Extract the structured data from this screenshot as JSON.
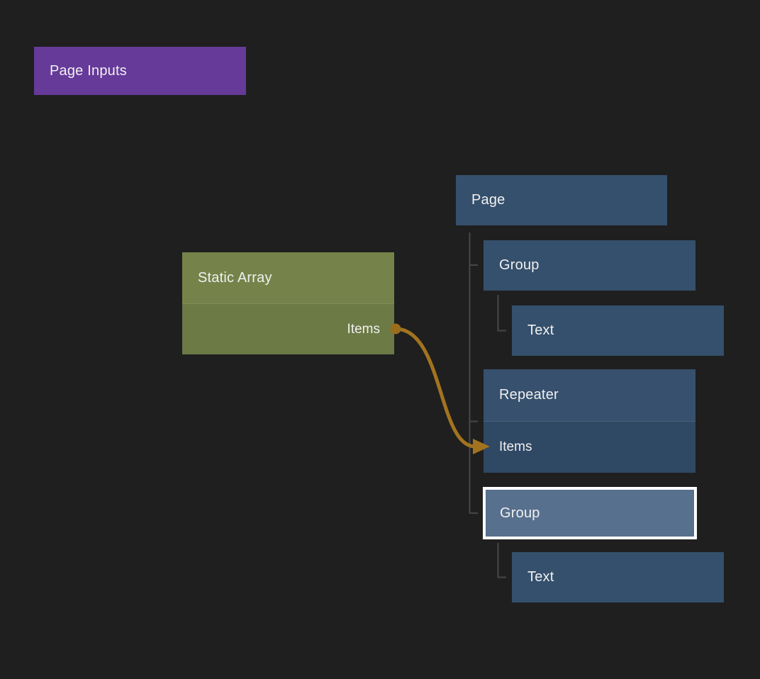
{
  "colors": {
    "background": "#1F1F1F",
    "node_blue": "#35506C",
    "repeater_header": "#36506D",
    "repeater_body": "#2F4864",
    "green_header": "#75834A",
    "green_body": "#6C7A45",
    "selected_fill": "#57708E",
    "selection_border": "#FFFFFF",
    "purple": "#663A99",
    "wire": "#A2731F",
    "port": "#9A6D1D",
    "tree_line": "#474747",
    "text": "#F0F0F0"
  },
  "page_inputs": {
    "title": "Page Inputs"
  },
  "graph": {
    "static_array": {
      "title": "Static Array",
      "output_label": "Items"
    },
    "page": {
      "title": "Page"
    },
    "group_1": {
      "title": "Group"
    },
    "text_1": {
      "title": "Text"
    },
    "repeater": {
      "title": "Repeater",
      "input_label": "Items"
    },
    "group_2": {
      "title": "Group",
      "selected": true
    },
    "text_2": {
      "title": "Text"
    }
  },
  "connection": {
    "from_node": "Static Array",
    "from_port": "Items",
    "to_node": "Repeater",
    "to_port": "Items"
  }
}
